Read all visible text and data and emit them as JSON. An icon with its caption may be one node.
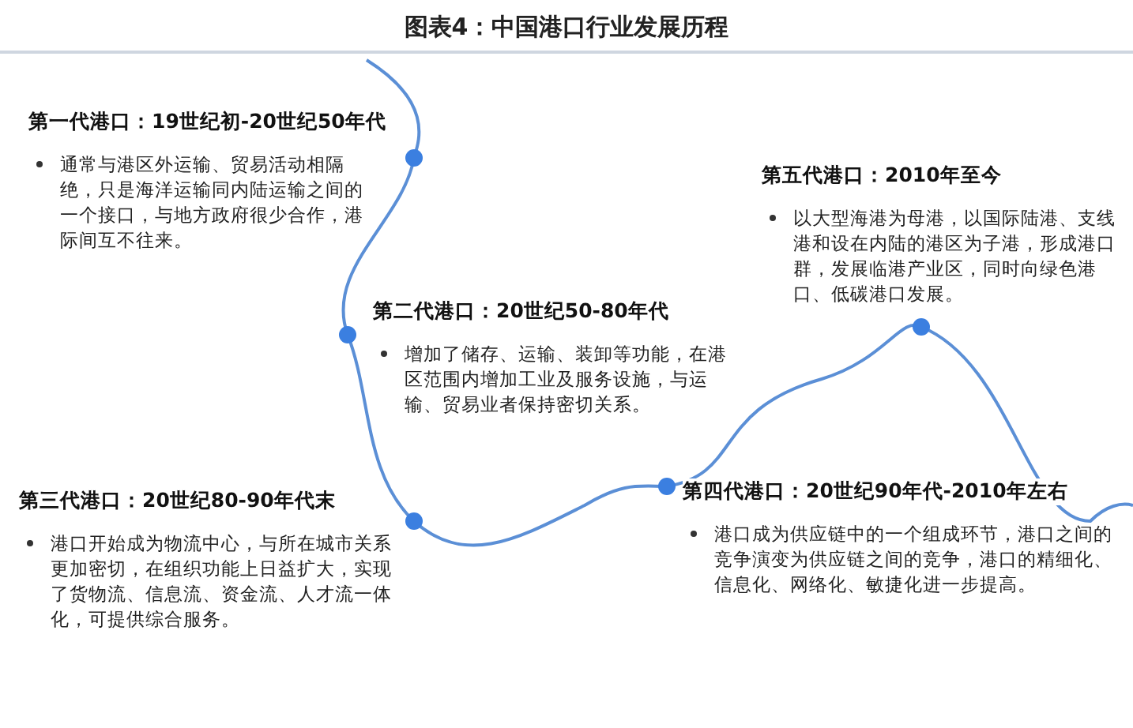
{
  "diagram": {
    "title": "图表4：中国港口行业发展历程",
    "nodes": [
      {
        "text": [
          "第一代港口：19世纪初-20世纪50年代",
          "通常与港区外运输、贸易活动相隔绝，只是海洋运输同内陆运输之间的一个接口，与地方政府很少合作，港际间互不往来。"
        ]
      },
      {
        "text": [
          "第二代港口：20世纪50-80年代",
          "增加了储存、运输、装卸等功能，在港区范围内增加工业及服务设施，与运输、贸易业者保持密切关系。"
        ]
      },
      {
        "text": [
          "第三代港口：20世纪80-90年代末",
          "港口开始成为物流中心，与所在城市关系更加密切，在组织功能上日益扩大，实现了货物流、信息流、资金流、人才流一体化，可提供综合服务。"
        ]
      },
      {
        "text": [
          "第四代港口：20世纪90年代-2010年左右",
          "港口成为供应链中的一个组成环节，港口之间的竞争演变为供应链之间的竞争，港口的精细化、信息化、网络化、敏捷化进一步提高。"
        ]
      },
      {
        "text": [
          "第五代港口：2010年至今",
          "以大型海港为母港，以国际陆港、支线港和设在内陆的港区为子港，形成港口群，发展临港产业区，同时向绿色港口、低碳港口发展。"
        ]
      }
    ]
  }
}
